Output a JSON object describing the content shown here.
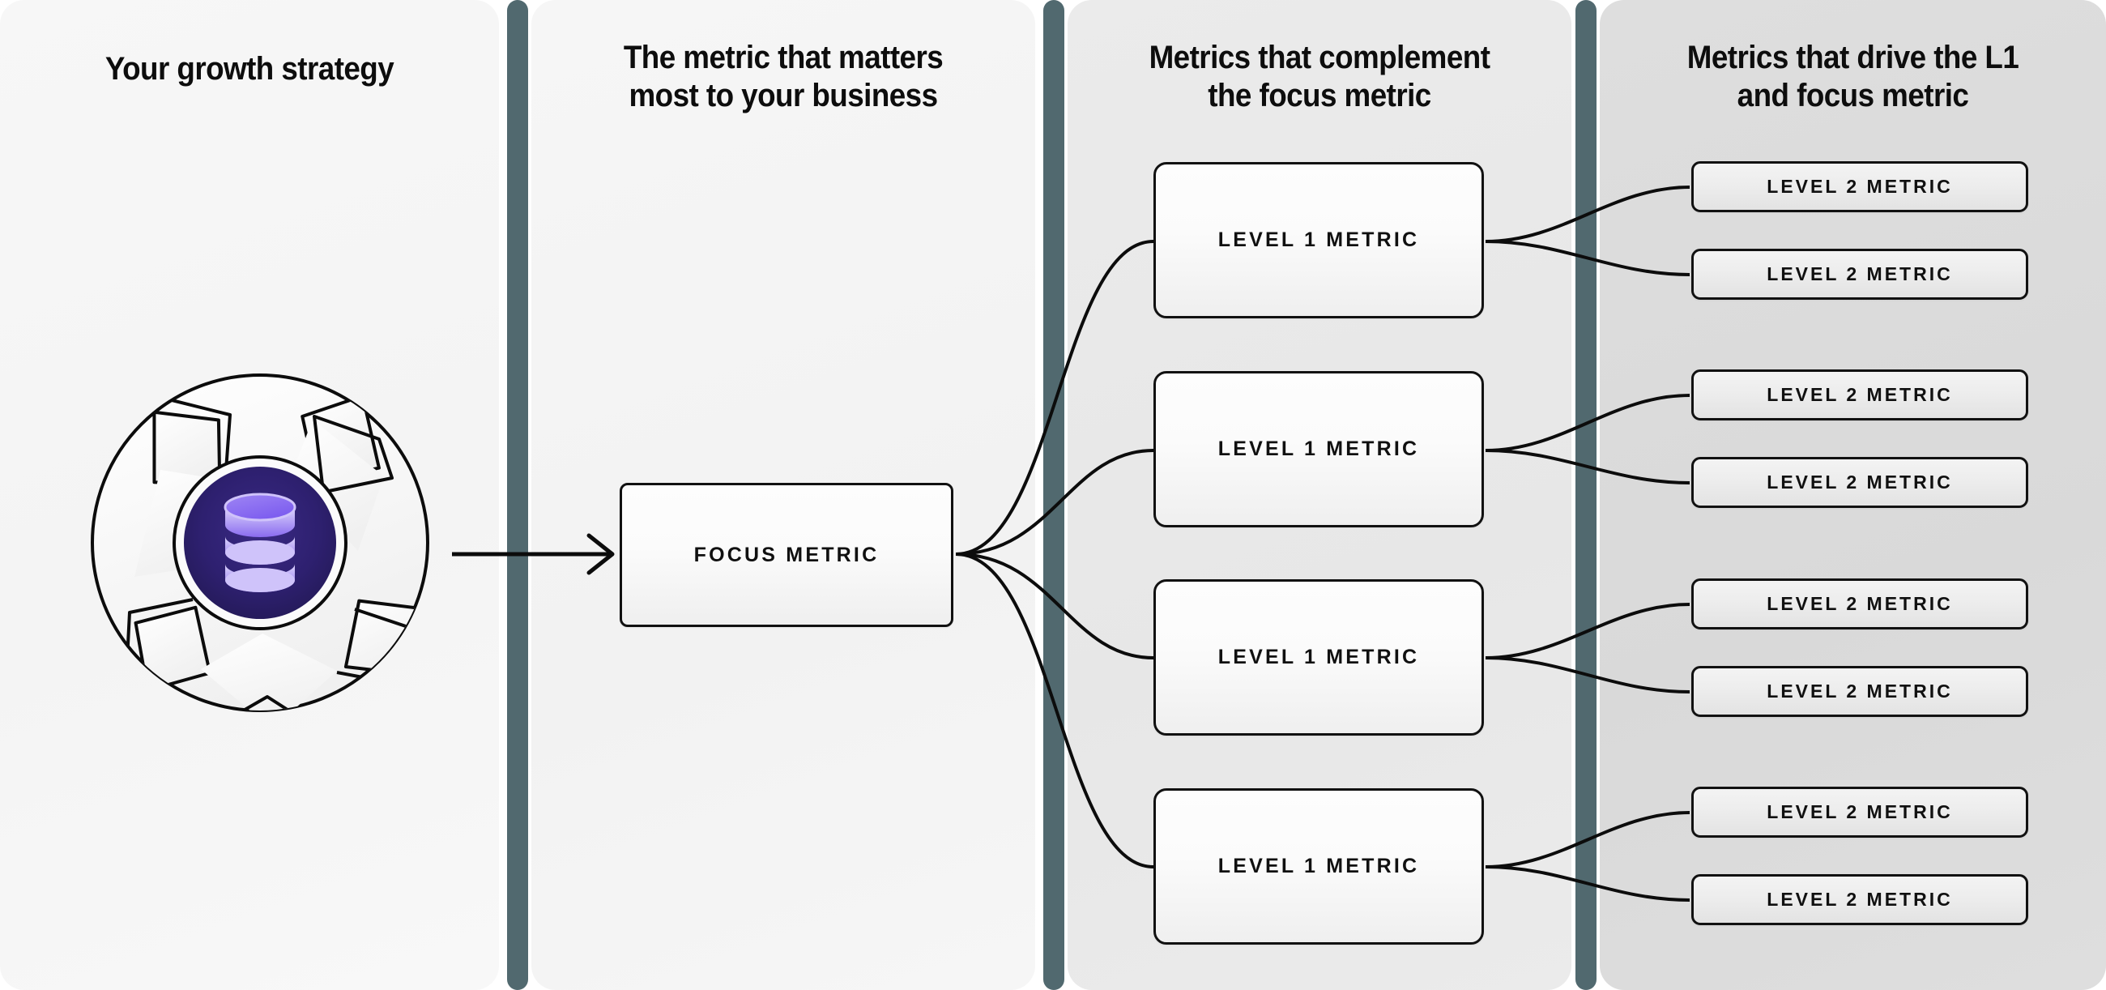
{
  "colors": {
    "separator": "#51696f",
    "panel_1_bg": "#f5f5f5",
    "panel_2_bg": "#f4f4f4",
    "panel_3_bg": "#e9e9e9",
    "panel_4_bg": "#dcdcdc",
    "box_border": "#111111",
    "text": "#0d0d0d",
    "icon_disc_dark": "#2d1f6b",
    "icon_disc_light": "#b9a8f5",
    "icon_disc_mid": "#7b5cf0"
  },
  "columns": [
    {
      "title": "Your growth strategy"
    },
    {
      "title": "The metric that matters\nmost to your business"
    },
    {
      "title": "Metrics that complement\nthe focus metric"
    },
    {
      "title": "Metrics that drive the L1\nand focus metric"
    }
  ],
  "strategy": {
    "icon_name": "database-icon",
    "graphic_name": "pinwheel-aperture-graphic"
  },
  "focus": {
    "label": "FOCUS METRIC"
  },
  "level1": [
    {
      "label": "LEVEL 1 METRIC"
    },
    {
      "label": "LEVEL 1 METRIC"
    },
    {
      "label": "LEVEL 1 METRIC"
    },
    {
      "label": "LEVEL 1 METRIC"
    }
  ],
  "level2": [
    {
      "label": "LEVEL 2 METRIC"
    },
    {
      "label": "LEVEL 2 METRIC"
    },
    {
      "label": "LEVEL 2 METRIC"
    },
    {
      "label": "LEVEL 2 METRIC"
    },
    {
      "label": "LEVEL 2 METRIC"
    },
    {
      "label": "LEVEL 2 METRIC"
    },
    {
      "label": "LEVEL 2 METRIC"
    },
    {
      "label": "LEVEL 2 METRIC"
    }
  ]
}
